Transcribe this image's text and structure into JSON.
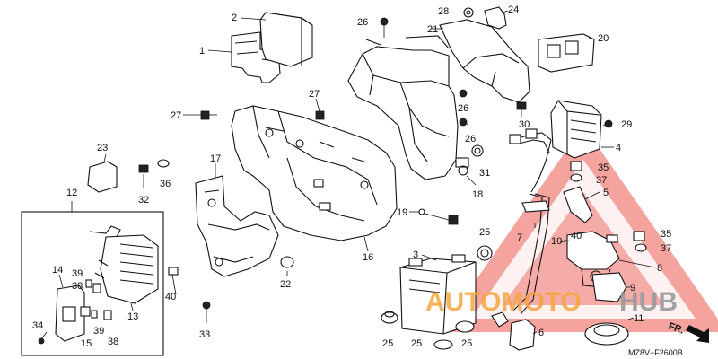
{
  "callouts": [
    {
      "id": "1",
      "label": "1"
    },
    {
      "id": "2",
      "label": "2"
    },
    {
      "id": "3",
      "label": "3"
    },
    {
      "id": "4",
      "label": "4"
    },
    {
      "id": "5",
      "label": "5"
    },
    {
      "id": "6",
      "label": "6"
    },
    {
      "id": "7",
      "label": "7"
    },
    {
      "id": "8",
      "label": "8"
    },
    {
      "id": "9",
      "label": "9"
    },
    {
      "id": "10",
      "label": "10"
    },
    {
      "id": "11",
      "label": "11"
    },
    {
      "id": "12",
      "label": "12"
    },
    {
      "id": "13",
      "label": "13"
    },
    {
      "id": "14",
      "label": "14"
    },
    {
      "id": "15",
      "label": "15"
    },
    {
      "id": "16",
      "label": "16"
    },
    {
      "id": "17",
      "label": "17"
    },
    {
      "id": "18",
      "label": "18"
    },
    {
      "id": "19",
      "label": "19"
    },
    {
      "id": "20",
      "label": "20"
    },
    {
      "id": "21",
      "label": "21"
    },
    {
      "id": "22",
      "label": "22"
    },
    {
      "id": "23",
      "label": "23"
    },
    {
      "id": "24",
      "label": "24"
    },
    {
      "id": "25a",
      "label": "25"
    },
    {
      "id": "25b",
      "label": "25"
    },
    {
      "id": "25c",
      "label": "25"
    },
    {
      "id": "25d",
      "label": "25"
    },
    {
      "id": "26a",
      "label": "26"
    },
    {
      "id": "26b",
      "label": "26"
    },
    {
      "id": "26c",
      "label": "26"
    },
    {
      "id": "27a",
      "label": "27"
    },
    {
      "id": "27b",
      "label": "27"
    },
    {
      "id": "28",
      "label": "28"
    },
    {
      "id": "29",
      "label": "29"
    },
    {
      "id": "30",
      "label": "30"
    },
    {
      "id": "31",
      "label": "31"
    },
    {
      "id": "32",
      "label": "32"
    },
    {
      "id": "33",
      "label": "33"
    },
    {
      "id": "34",
      "label": "34"
    },
    {
      "id": "35a",
      "label": "35"
    },
    {
      "id": "35b",
      "label": "35"
    },
    {
      "id": "36",
      "label": "36"
    },
    {
      "id": "37a",
      "label": "37"
    },
    {
      "id": "37b",
      "label": "37"
    },
    {
      "id": "38a",
      "label": "38"
    },
    {
      "id": "38b",
      "label": "38"
    },
    {
      "id": "39a",
      "label": "39"
    },
    {
      "id": "39b",
      "label": "39"
    },
    {
      "id": "40a",
      "label": "40"
    },
    {
      "id": "40b",
      "label": "40"
    }
  ],
  "diagram_code": "MZ8V−F2600B",
  "direction_label": "FR.",
  "watermark": {
    "text_a": "AUTOMOTO",
    "text_b": "HUB",
    "color_orange": "#f4a640",
    "color_grey": "#9a9a9a",
    "color_red": "#e8453c"
  }
}
